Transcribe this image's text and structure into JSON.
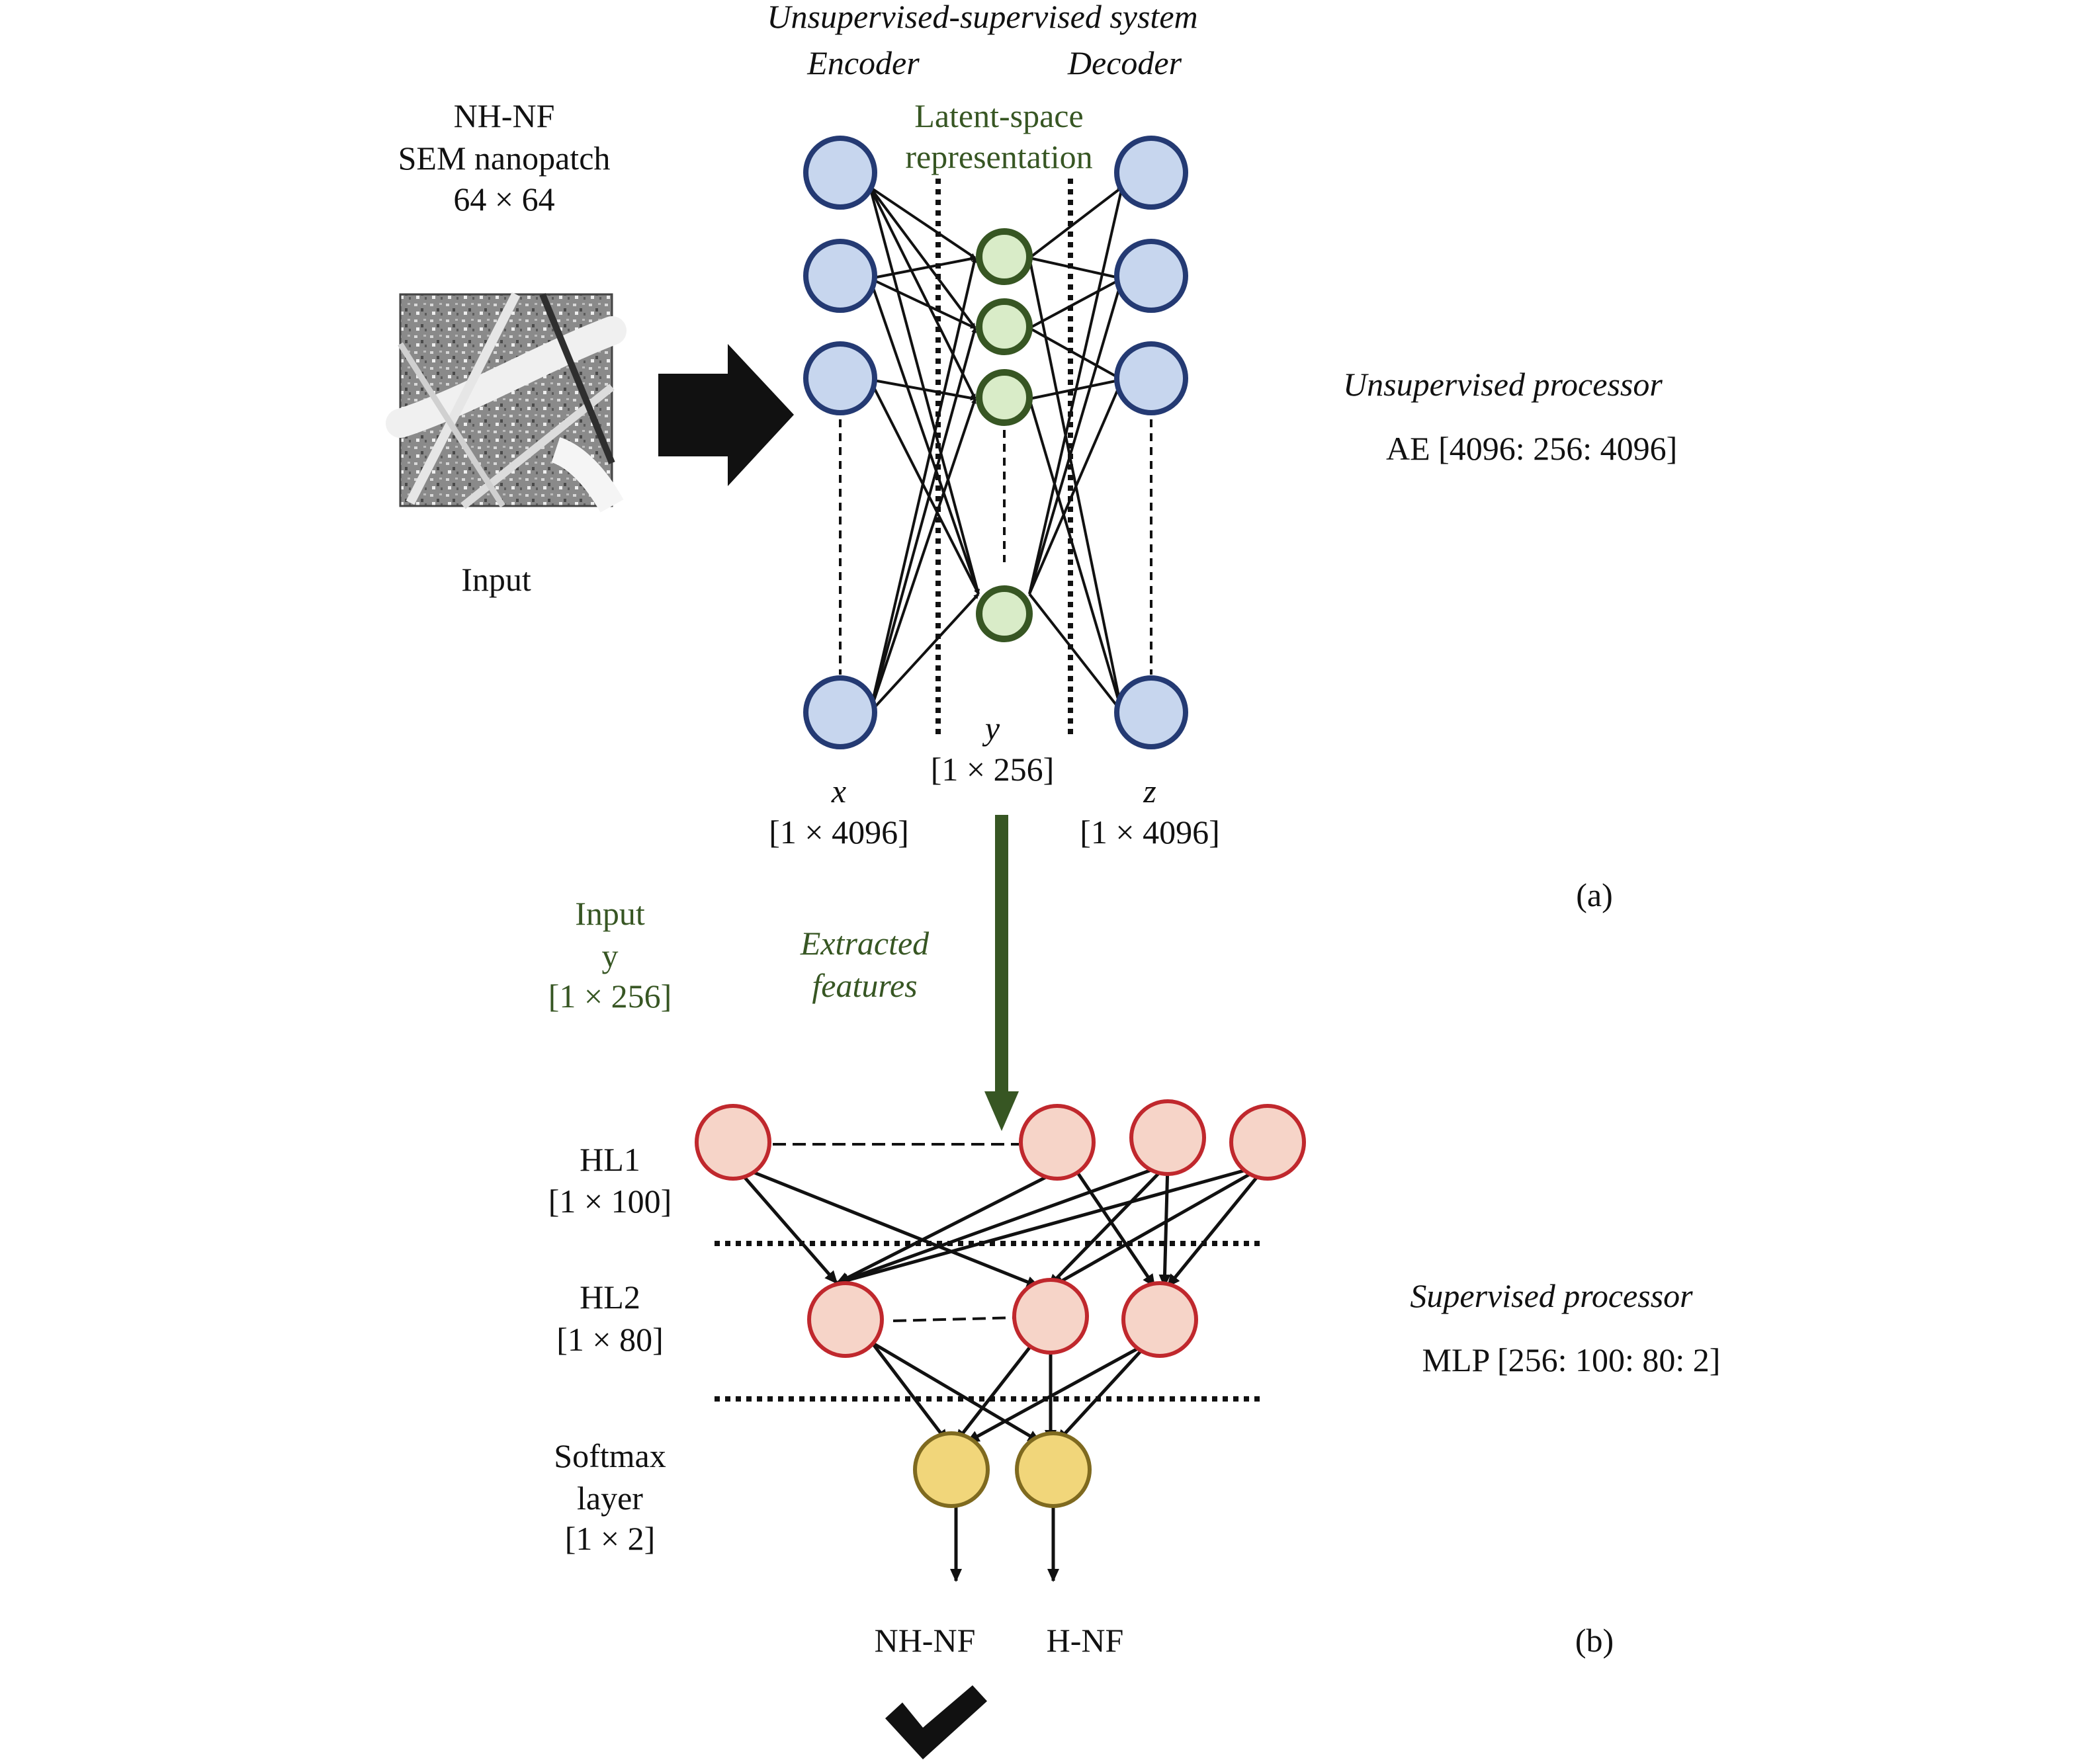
{
  "colors": {
    "blue_fill": "#c7d6ee",
    "blue_stroke": "#243a73",
    "green_fill": "#d9ecc8",
    "green_stroke": "#375623",
    "red_fill": "#f6d4c8",
    "red_stroke": "#c0282d",
    "yellow_fill": "#f1d67a",
    "yellow_stroke": "#7f6a1f",
    "arrow_green": "#375623",
    "text_green": "#375623"
  },
  "input_panel": {
    "title_line1": "NH-NF",
    "title_line2": "SEM nanopatch",
    "title_line3": "64 × 64",
    "caption": "Input",
    "image_icon": "sem-nanofiber-image"
  },
  "autoencoder": {
    "system_title": "Unsupervised-supervised system",
    "encoder_label": "Encoder",
    "decoder_label": "Decoder",
    "latent_line1": "Latent-space",
    "latent_line2": "representation",
    "x_var": "x",
    "x_dim": "[1 × 4096]",
    "y_var": "y",
    "y_dim": "[1 × 256]",
    "z_var": "z",
    "z_dim": "[1 × 4096]",
    "processor_title": "Unsupervised processor",
    "processor_spec": "AE [4096: 256: 4096]",
    "panel_label": "(a)"
  },
  "features": {
    "input_line1": "Input",
    "input_line2": "y",
    "input_line3": "[1 × 256]",
    "extracted_line1": "Extracted",
    "extracted_line2": "features"
  },
  "mlp": {
    "hl1_label": "HL1",
    "hl1_dim": "[1 × 100]",
    "hl2_label": "HL2",
    "hl2_dim": "[1 × 80]",
    "softmax_line1": "Softmax",
    "softmax_line2": "layer",
    "softmax_dim": "[1 × 2]",
    "processor_title": "Supervised processor",
    "processor_spec": "MLP [256: 100: 80: 2]",
    "panel_label": "(b)"
  },
  "outputs": {
    "class1": "NH-NF",
    "class2": "H-NF",
    "check_icon": "checkmark-icon"
  }
}
